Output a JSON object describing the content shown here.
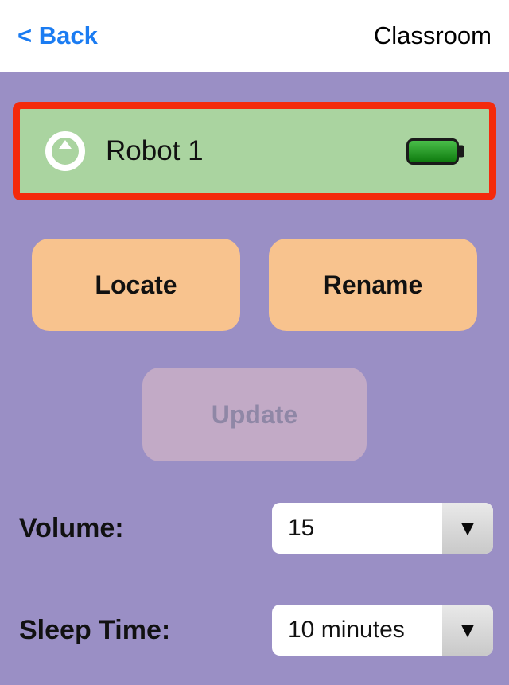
{
  "header": {
    "back_label": "< Back",
    "title": "Classroom"
  },
  "robot_card": {
    "name": "Robot 1",
    "selected": true,
    "battery_status": "full"
  },
  "buttons": {
    "locate": "Locate",
    "rename": "Rename",
    "update": "Update",
    "update_disabled": true
  },
  "settings": {
    "volume_label": "Volume:",
    "volume_value": "15",
    "sleep_label": "Sleep Time:",
    "sleep_value": "10 minutes"
  },
  "icons": {
    "dropdown_arrow": "▼"
  },
  "colors": {
    "bg_purple": "#9a8fc5",
    "card_green": "#aad4a0",
    "selected_red": "#f42a0c",
    "button_orange": "#f8c38e",
    "disabled_bg": "#c2aac6",
    "disabled_text": "#8f87a6",
    "back_blue": "#1b7cf2",
    "battery_green": "#2ba32b"
  }
}
